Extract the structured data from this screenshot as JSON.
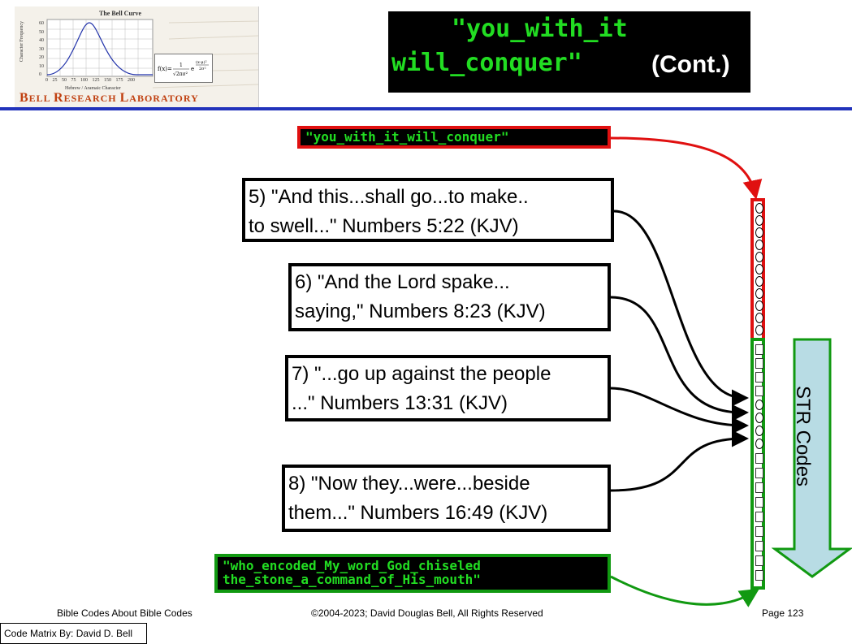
{
  "header": {
    "logo": {
      "chart_title": "The Bell Curve",
      "y_axis_label": "Character Frequency",
      "x_axis_label": "Hebrew / Aramaic Character",
      "y_ticks": [
        "60",
        "50",
        "40",
        "30",
        "20",
        "10",
        "0"
      ],
      "x_ticks": [
        "0",
        "25",
        "50",
        "75",
        "100",
        "125",
        "150",
        "175",
        "200"
      ],
      "lab_name_b": "B",
      "lab_name_ell": "ELL ",
      "lab_name_r": "R",
      "lab_name_esearch": "ESEARCH ",
      "lab_name_l": "L",
      "lab_name_aboratory": "ABORATORY"
    },
    "title_line1": "\"you_with_it",
    "title_line2": "will_conquer\"",
    "title_cont": "(Cont.)"
  },
  "labels": {
    "top_code": "\"you_with_it_will_conquer\"",
    "bottom_code_line1": "\"who_encoded_My_word_God_chiseled",
    "bottom_code_line2": "the_stone_a_command_of_His_mouth\""
  },
  "verses": [
    {
      "line1": "5) \"And this...shall go...to make..",
      "line2": "to swell...\" Numbers 5:22 (KJV)"
    },
    {
      "line1": "6) \"And the Lord spake...",
      "line2": "saying,\" Numbers 8:23 (KJV)"
    },
    {
      "line1": "7) \"...go up against the people",
      "line2": "...\" Numbers 13:31 (KJV)"
    },
    {
      "line1": "8) \"Now they...were...beside",
      "line2": "them...\" Numbers 16:49 (KJV)"
    }
  ],
  "str_codes": "STR Codes",
  "footer": {
    "left": "Bible Codes About Bible Codes",
    "center": "©2004-2023; David Douglas Bell, All Rights Reserved",
    "right": "Page 123",
    "matrix_credit": "Code Matrix By: David D. Bell"
  },
  "colors": {
    "code_green": "#22dd22",
    "red_frame": "#e01010",
    "green_frame": "#119911",
    "arrow_fill": "#b8dce4",
    "header_rule": "#2233bb"
  }
}
